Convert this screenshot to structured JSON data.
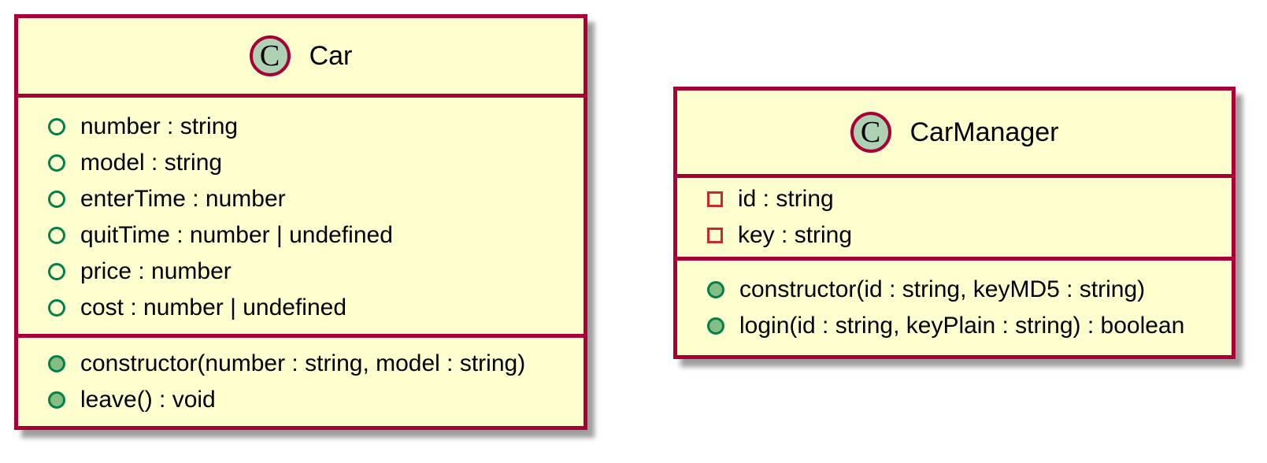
{
  "diagram_type": "uml-class-diagram",
  "colors": {
    "class_background": "#FEFECE",
    "class_border": "#A80036",
    "spot_fill": "#ADD1B2",
    "public_icon_border": "#038048",
    "public_method_fill": "#84BE84",
    "private_icon_border": "#C82930",
    "text": "#000000",
    "page_background": "#FFFFFF"
  },
  "classes": [
    {
      "name": "Car",
      "spot_letter": "C",
      "fields": [
        {
          "visibility": "public",
          "text": "number : string"
        },
        {
          "visibility": "public",
          "text": "model : string"
        },
        {
          "visibility": "public",
          "text": "enterTime : number"
        },
        {
          "visibility": "public",
          "text": "quitTime : number | undefined"
        },
        {
          "visibility": "public",
          "text": "price : number"
        },
        {
          "visibility": "public",
          "text": "cost : number | undefined"
        }
      ],
      "methods": [
        {
          "visibility": "public",
          "text": "constructor(number : string, model : string)"
        },
        {
          "visibility": "public",
          "text": "leave() : void"
        }
      ]
    },
    {
      "name": "CarManager",
      "spot_letter": "C",
      "fields": [
        {
          "visibility": "private",
          "text": "id : string"
        },
        {
          "visibility": "private",
          "text": "key : string"
        }
      ],
      "methods": [
        {
          "visibility": "public",
          "text": "constructor(id : string, keyMD5 : string)"
        },
        {
          "visibility": "public",
          "text": "login(id : string, keyPlain : string) : boolean"
        }
      ]
    }
  ]
}
